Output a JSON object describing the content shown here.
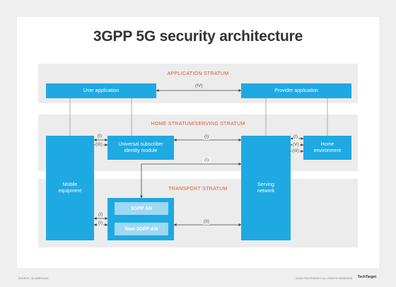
{
  "title": "3GPP 5G security architecture",
  "strata": {
    "application": "APPLICATION STRATUM",
    "home_serving": "HOME STRATUM/SERVING STRATUM",
    "transport": "TRANSPORT STRATUM"
  },
  "boxes": {
    "user_application": "User application",
    "provider_application": "Provider application",
    "usim_line1": "Universal subscriber",
    "usim_line2": "identity module",
    "home_line1": "Home",
    "home_line2": "environment",
    "mobile_line1": "Mobile",
    "mobile_line2": "equipment",
    "serving_line1": "Serving",
    "serving_line2": "network",
    "an_3gpp": "3GPP AN",
    "an_non3gpp": "Non-3GPP AN"
  },
  "interfaces": {
    "iv": "(IV)",
    "i": "(I)",
    "ii": "(II)",
    "iii": "(III)",
    "v": "(V)"
  },
  "footer": {
    "source": "SOURCE: 3G AMERICAS",
    "copyright": "©2020 TECHTARGET. ALL RIGHTS RESERVED.",
    "logo": "TechTarget"
  },
  "colors": {
    "box": "#1ea9e3",
    "inner_box": "#9dd8f2",
    "stratum_label": "#e2562f",
    "band": "#ececec"
  }
}
